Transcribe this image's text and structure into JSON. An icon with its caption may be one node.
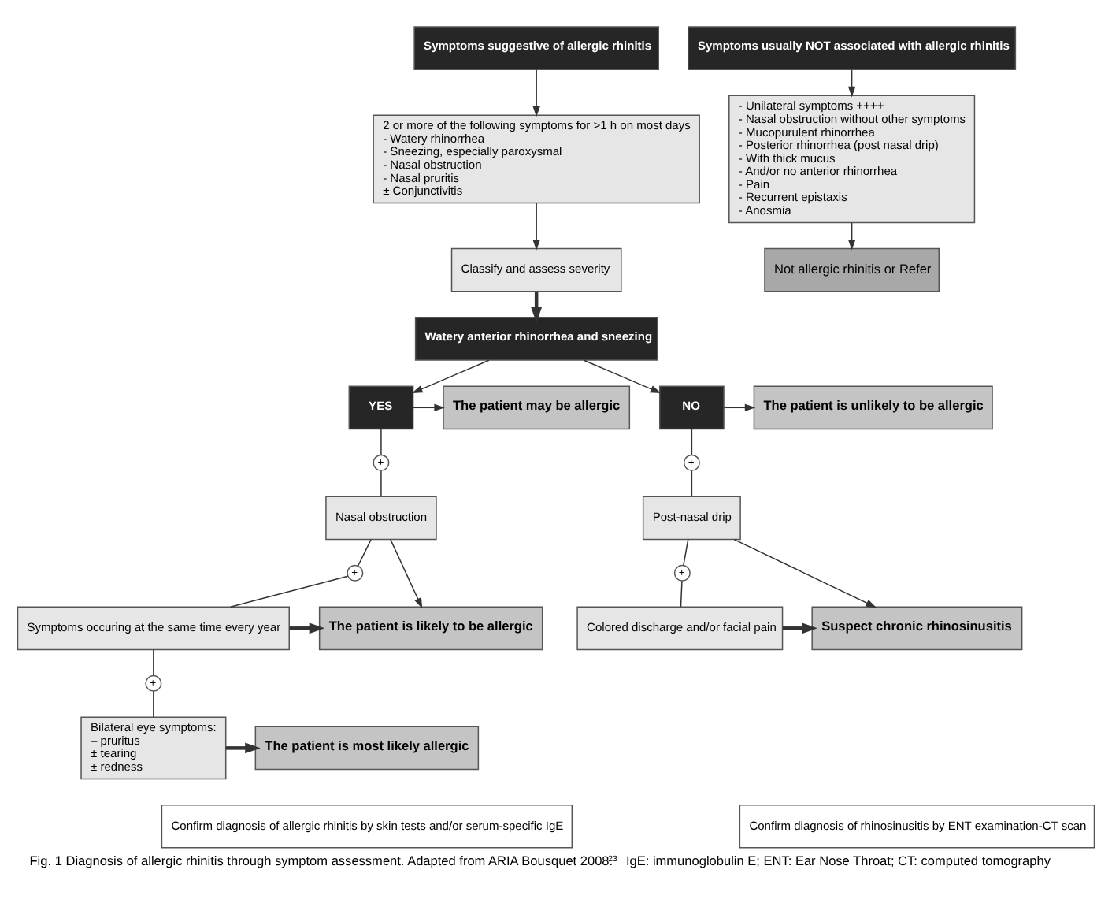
{
  "diagram": {
    "caption": "Fig. 1 Diagnosis of allergic rhinitis through symptom assessment. Adapted from ARIA Bousquet 2008.$^{23}$ IgE: immunoglobulin E; ENT: Ear Nose Throat; CT: computed tomography",
    "nodes": [
      {
        "text": [
          "Symptoms suggestive of allergic rhinitis"
        ]
      },
      {
        "text": [
          "Symptoms usually NOT associated with allergic rhinitis"
        ]
      },
      {
        "text": [
          "2 or more of the following symptoms for >1 h on most days",
          "- Watery rhinorrhea",
          "- Sneezing, especially paroxysmal",
          "- Nasal obstruction",
          "- Nasal pruritis",
          "± Conjunctivitis"
        ]
      },
      {
        "text": [
          "- Unilateral symptoms ++++",
          "- Nasal obstruction without other symptoms",
          "- Mucopurulent rhinorrhea",
          "- Posterior rhinorrhea (post nasal drip)",
          "- With thick mucus",
          "- And/or no anterior rhinorrhea",
          "- Pain",
          "- Recurrent epistaxis",
          "- Anosmia"
        ]
      },
      {
        "text": [
          "Classify and assess severity"
        ]
      },
      {
        "text": [
          "Not allergic rhinitis or Refer"
        ]
      },
      {
        "text": [
          "Watery anterior rhinorrhea and sneezing"
        ]
      },
      {
        "text": [
          "The patient may be allergic"
        ]
      },
      {
        "text": [
          "YES"
        ]
      },
      {
        "text": [
          "NO"
        ]
      },
      {
        "text": [
          "The patient is unlikely to be allergic"
        ]
      },
      {
        "text": [
          "+"
        ]
      },
      {
        "text": [
          "Nasal obstruction"
        ]
      },
      {
        "text": [
          "+"
        ]
      },
      {
        "text": [
          "+"
        ]
      },
      {
        "text": [
          "Post-nasal drip"
        ]
      },
      {
        "text": [
          "The patient is likely to be allergic"
        ]
      },
      {
        "text": [
          "Symptoms occuring at the same time every year"
        ]
      },
      {
        "text": [
          "+"
        ]
      },
      {
        "text": [
          "+"
        ]
      },
      {
        "text": [
          "Colored discharge and/or facial pain"
        ]
      },
      {
        "text": [
          "Suspect chronic rhinosinusitis"
        ]
      },
      {
        "text": [
          "The patient is most likely allergic"
        ]
      },
      {
        "text": [
          "Bilateral eye symptoms:",
          "– pruritus",
          "± tearing",
          "± redness"
        ]
      },
      {
        "text": [
          "Confirm diagnosis of allergic rhinitis by skin tests and/or serum-specific IgE"
        ]
      },
      {
        "text": [
          "Confirm diagnosis of rhinosinusitis by ENT examination-CT scan"
        ]
      }
    ],
    "edges": [
      {
        "from": 0,
        "to": 2,
        "arrow": "to"
      },
      {
        "from": 1,
        "to": 3,
        "arrow": "to"
      },
      {
        "from": 2,
        "to": 4,
        "arrow": "to"
      },
      {
        "from": 3,
        "to": 5,
        "arrow": "to"
      },
      {
        "from": 4,
        "to": 6,
        "arrow": "to",
        "style": "thick"
      },
      {
        "from": 6,
        "to": 8,
        "arrow": "to"
      },
      {
        "from": 6,
        "to": 9,
        "arrow": "to"
      },
      {
        "from": 8,
        "to": 7,
        "arrow": "to"
      },
      {
        "from": 9,
        "to": 10,
        "arrow": "to"
      },
      {
        "from": 8,
        "to": 11,
        "arrow": "none"
      },
      {
        "from": 11,
        "to": 12,
        "arrow": "none"
      },
      {
        "from": 12,
        "to": 16,
        "arrow": "to"
      },
      {
        "from": 12,
        "to": 14,
        "arrow": "none"
      },
      {
        "from": 14,
        "to": 17,
        "arrow": "none"
      },
      {
        "from": 17,
        "to": 16,
        "arrow": "to",
        "style": "thick"
      },
      {
        "from": 17,
        "to": 19,
        "arrow": "none"
      },
      {
        "from": 19,
        "to": 23,
        "arrow": "none"
      },
      {
        "from": 23,
        "to": 22,
        "arrow": "to",
        "style": "thick"
      },
      {
        "from": 9,
        "to": 13,
        "arrow": "none"
      },
      {
        "from": 13,
        "to": 15,
        "arrow": "none"
      },
      {
        "from": 15,
        "to": 18,
        "arrow": "none"
      },
      {
        "from": 18,
        "to": 20,
        "arrow": "none"
      },
      {
        "from": 15,
        "to": 21,
        "arrow": "to"
      },
      {
        "from": 20,
        "to": 21,
        "arrow": "to",
        "style": "thick"
      }
    ]
  }
}
